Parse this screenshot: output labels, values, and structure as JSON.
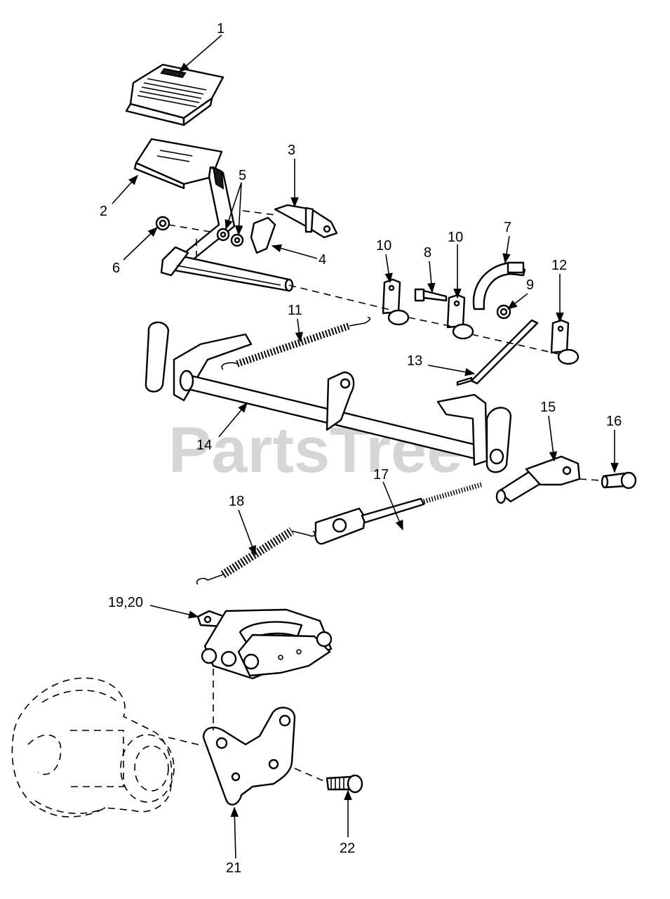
{
  "diagram": {
    "watermark": "PartsTree",
    "callouts": {
      "p1": "1",
      "p2": "2",
      "p3": "3",
      "p4": "4",
      "p5": "5",
      "p6": "6",
      "p7": "7",
      "p8": "8",
      "p9": "9",
      "p10a": "10",
      "p10b": "10",
      "p11": "11",
      "p12": "12",
      "p13": "13",
      "p14": "14",
      "p15": "15",
      "p16": "16",
      "p17": "17",
      "p18": "18",
      "p19_20": "19,20",
      "p21": "21",
      "p22": "22"
    }
  }
}
